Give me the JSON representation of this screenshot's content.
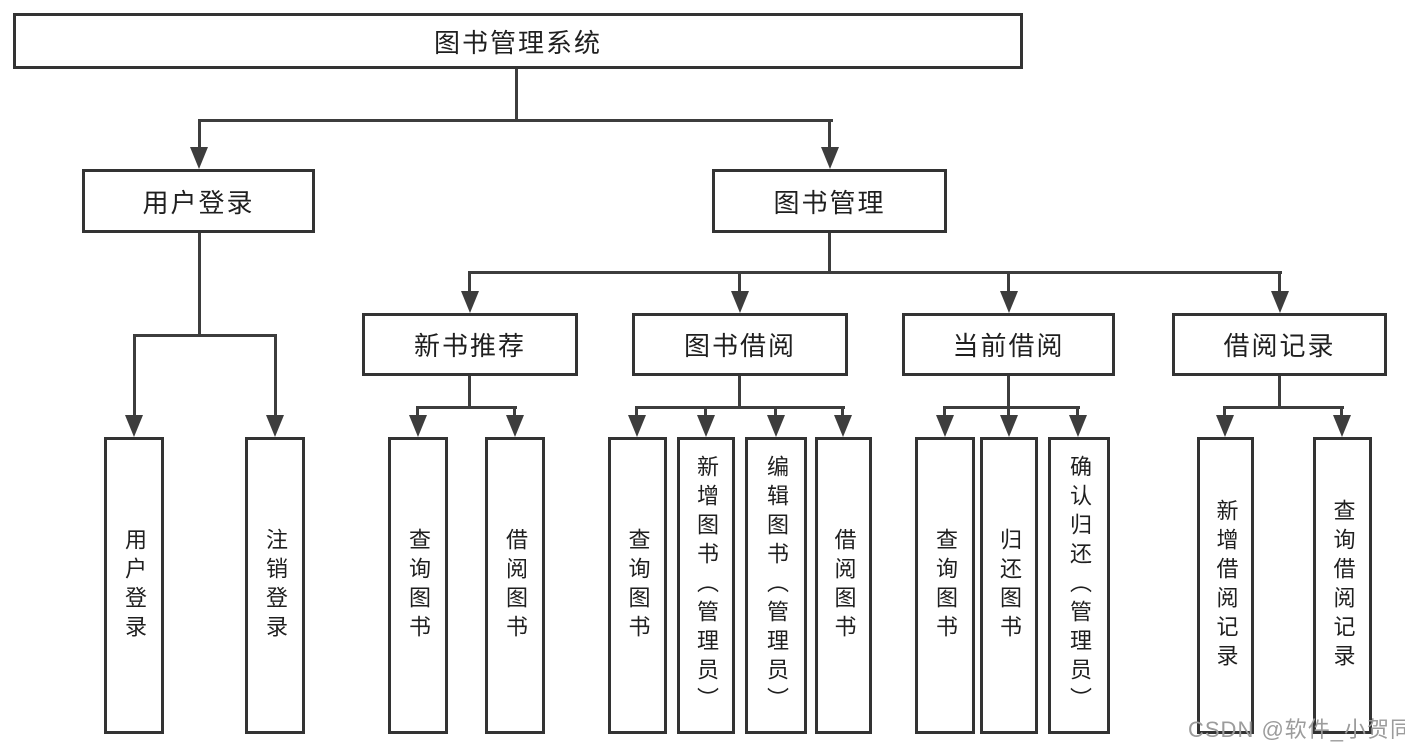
{
  "tree": {
    "label": "图书管理系统",
    "children": [
      {
        "label": "用户登录",
        "children": [
          {
            "label": "用户登录"
          },
          {
            "label": "注销登录"
          }
        ]
      },
      {
        "label": "图书管理",
        "children": [
          {
            "label": "新书推荐",
            "children": [
              {
                "label": "查询图书"
              },
              {
                "label": "借阅图书"
              }
            ]
          },
          {
            "label": "图书借阅",
            "children": [
              {
                "label": "查询图书"
              },
              {
                "label": "新增图书（管理员）"
              },
              {
                "label": "编辑图书（管理员）"
              },
              {
                "label": "借阅图书"
              }
            ]
          },
          {
            "label": "当前借阅",
            "children": [
              {
                "label": "查询图书"
              },
              {
                "label": "归还图书"
              },
              {
                "label": "确认归还（管理员）"
              }
            ]
          },
          {
            "label": "借阅记录",
            "children": [
              {
                "label": "新增借阅记录"
              },
              {
                "label": "查询借阅记录"
              }
            ]
          }
        ]
      }
    ]
  },
  "watermark": {
    "text": "CSDN @软件_小贺同学"
  },
  "colors": {
    "background": "#ffffff",
    "line": "#3d3d3d",
    "box_border": "#333333",
    "text": "#1f1f1f",
    "watermark": "#9c9c9c"
  }
}
